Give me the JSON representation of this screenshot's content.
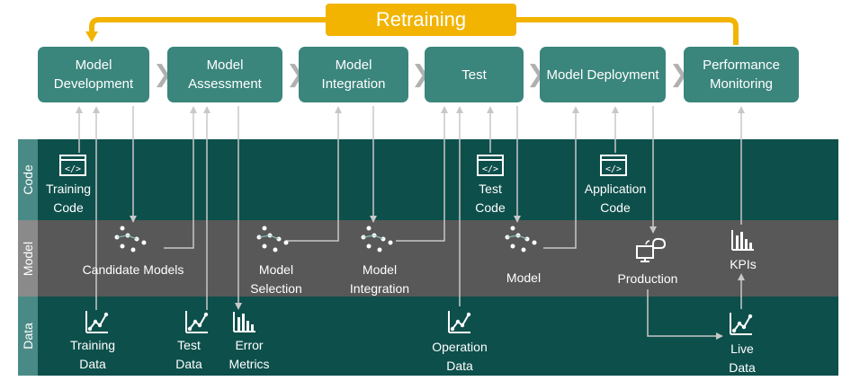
{
  "retraining_label": "Retraining",
  "stages": {
    "model_development": "Model Development",
    "model_assessment": "Model Assessment",
    "model_integration": "Model Integration",
    "test": "Test",
    "model_deployment": "Model Deployment",
    "performance_monitoring": "Performance Monitoring"
  },
  "lanes": {
    "code": "Code",
    "model": "Model",
    "data": "Data"
  },
  "code_items": {
    "training_code": "Training Code",
    "test_code": "Test Code",
    "application_code": "Application Code"
  },
  "model_items": {
    "candidate_models": "Candidate Models",
    "model_selection": "Model Selection",
    "model_integration": "Model Integration",
    "model": "Model",
    "production": "Production",
    "kpis": "KPIs"
  },
  "data_items": {
    "training_data": "Training Data",
    "test_data": "Test Data",
    "error_metrics": "Error Metrics",
    "operation_data": "Operation Data",
    "live_data": "Live Data"
  },
  "colors": {
    "stage_box": "#3a857c",
    "lane_dark": "#0d4f4b",
    "lane_grey": "#585858",
    "accent": "#f2b400",
    "connector": "#c8c8c8"
  },
  "icons": {
    "code": "code-window-icon",
    "network": "network-dots-icon",
    "line_chart": "line-chart-icon",
    "bar_chart": "bar-chart-icon",
    "production": "monitor-cloud-icon"
  }
}
